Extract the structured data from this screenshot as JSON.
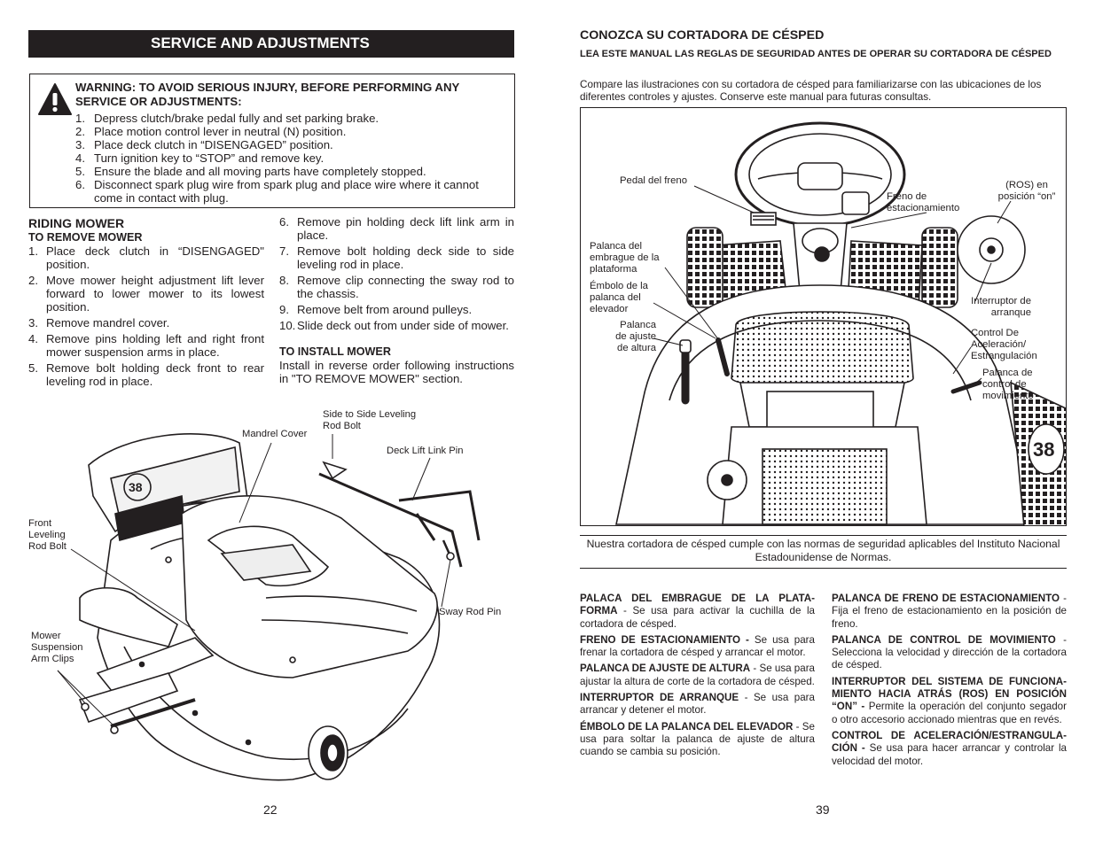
{
  "left_page": {
    "section_title": "SERVICE AND ADJUSTMENTS",
    "warning": {
      "title": "WARNING:  TO AVOID SERIOUS INJURY, BEFORE PERFORMING ANY SERVICE OR ADJUSTMENTS:",
      "items": [
        {
          "num": "1.",
          "text": "Depress clutch/brake pedal fully and set parking brake."
        },
        {
          "num": "2.",
          "text": "Place motion control lever in neutral (N) position."
        },
        {
          "num": "3.",
          "text": "Place deck clutch  in “DISENGAGED” position."
        },
        {
          "num": "4.",
          "text": "Turn ignition key to “STOP” and remove key."
        },
        {
          "num": "5.",
          "text": "Ensure the blade and all moving parts have completely stopped."
        },
        {
          "num": "6.",
          "text": "Disconnect spark plug wire from spark plug and place wire where it cannot come in contact with plug."
        }
      ]
    },
    "riding_mower_heading": "RIDING MOWER",
    "remove_heading": "TO REMOVE MOWER",
    "remove_steps": [
      {
        "num": "1.",
        "text": "Place deck clutch in “DISENGAGED\" position."
      },
      {
        "num": "2.",
        "text": "Move mower height adjustment lift lever forward to lower mower to its lowest position."
      },
      {
        "num": "3.",
        "text": "Remove mandrel cover."
      },
      {
        "num": "4.",
        "text": "Remove pins holding left and right front mower suspension arms in place."
      },
      {
        "num": "5.",
        "text": "Remove bolt holding deck front to rear leveling rod in place."
      },
      {
        "num": "6.",
        "text": "Remove pin holding deck lift link arm in place."
      },
      {
        "num": "7.",
        "text": "Remove bolt holding deck side to side leveling rod in place."
      },
      {
        "num": "8.",
        "text": "Remove clip connecting the sway rod to the chassis."
      },
      {
        "num": "9.",
        "text": "Remove belt from around pulleys."
      },
      {
        "num": "10.",
        "text": "Slide deck out from under side of mower."
      }
    ],
    "install_heading": "TO INSTALL MOWER",
    "install_text": "Install in reverse order following instructions in \"TO REMOVE MOWER\" section.",
    "diagram_labels": {
      "mandrel_cover": "Mandrel Cover",
      "side_leveling": "Side to Side Leveling Rod Bolt",
      "deck_lift": "Deck Lift Link Pin",
      "front_leveling": "Front Leveling Rod Bolt",
      "sway_rod": "Sway Rod Pin",
      "suspension": "Mower Suspension Arm Clips"
    },
    "page_number": "22"
  },
  "right_page": {
    "title": "CONOZCA SU CORTADORA DE CÉSPED",
    "subtitle": "LEA ESTE MANUAL LAS REGLAS DE SEGURIDAD ANTES DE OPERAR SU CORTADORA DE CÉSPED",
    "intro": "Compare las ilustraciones con su cortadora de césped para familiarizarse con las ubicaciones de los diferentes controles y ajustes.  Conserve este manual para futuras consultas.",
    "diagram_labels": {
      "brake_pedal": "Pedal del freno",
      "parking_brake": "Freno de estacionamiento",
      "ros": "(ROS) en posición “on”",
      "clutch_lever": "Palanca del embrague de la plataforma",
      "lift_plunger": "Émbolo de la palanca del elevador",
      "height_lever": "Palanca de ajuste de altura",
      "ignition": "Interruptor de arranque",
      "throttle": "Control De Aceleración/ Estrangulación",
      "motion_lever": "Palanca de control de movimiento"
    },
    "notice": "Nuestra cortadora de césped cumple con las normas de seguridad aplicables del Instituto Nacional Estadounidense de Normas.",
    "descriptions_left": [
      {
        "term": "PALACA DEL  EMBRAGUE DE LA PLATA-FORMA",
        "text": " - Se usa para activar la cuchilla de la cortadora de césped."
      },
      {
        "term": "FRENO DE ESTACIONAMIENTO -",
        "text": " Se usa para frenar la cortadora de césped y arrancar el motor."
      },
      {
        "term": "PALANCA DE AJUSTE DE ALTURA",
        "text": " - Se usa para ajustar la altura de corte de la cortadora de césped."
      },
      {
        "term": "INTERRUPTOR DE ARRANQUE",
        "text": " - Se usa para arrancar y detener el motor."
      },
      {
        "term": "ÉMBOLO DE LA PALANCA DEL ELEVADOR",
        "text": " - Se usa para soltar la palanca de ajuste de altura cuando se cambia su posición."
      }
    ],
    "descriptions_right": [
      {
        "term": "PALANCA DE FRENO DE ESTACIONAMIENTO",
        "text": " - Fija el freno de estacionamiento en la posición de freno."
      },
      {
        "term": "PALANCA DE CONTROL DE MOVIMIENTO",
        "text": " - Selecciona la velocidad y dirección de la cortadora de césped."
      },
      {
        "term": "INTERRUPTOR DEL SISTEMA DE FUNCIONA-MIENTO HACIA ATRÁS (ROS) EN POSICIÓN “ON” -",
        "text": " Permite la operación del conjunto segador o otro accesorio accionado mientras que en revés."
      },
      {
        "term": "CONTROL DE ACELERACIÓN/ESTRANGULA-CIÓN -",
        "text": " Se usa para hacer arrancar y controlar la velocidad del motor."
      }
    ],
    "page_number": "39"
  }
}
